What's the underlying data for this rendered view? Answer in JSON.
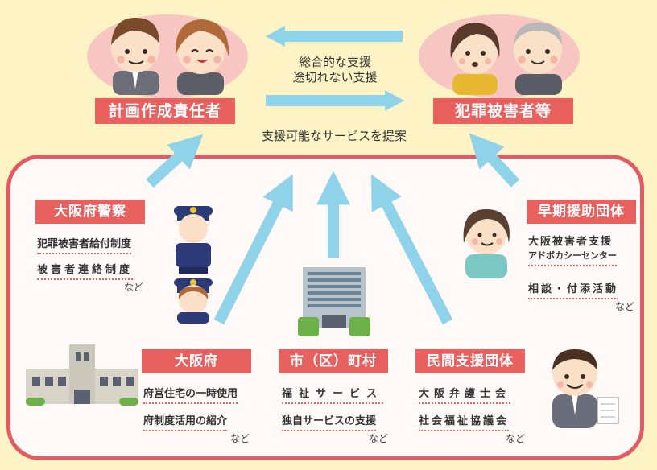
{
  "top": {
    "left_label": "計画作成責任者",
    "right_label": "犯罪被害者等",
    "middle_line1": "総合的な支援",
    "middle_line2": "途切れない支援",
    "propose": "支援可能なサービスを提案"
  },
  "orgs": {
    "police": {
      "name": "大阪府警察",
      "items": [
        "犯罪被害者給付制度",
        "被害者連絡制度"
      ],
      "etc": "など"
    },
    "early": {
      "name": "早期援助団体",
      "items": [
        "大阪被害者支援\nアドボカシーセンター",
        "相談・付添活動"
      ],
      "item1_line1": "大阪被害者支援",
      "item1_line2": "アドボカシーセンター",
      "etc": "など"
    },
    "pref": {
      "name": "大阪府",
      "items": [
        "府営住宅の一時使用",
        "府制度活用の紹介"
      ],
      "etc": "など"
    },
    "city": {
      "name": "市（区）町村",
      "items": [
        "福祉サービス",
        "独自サービスの支援"
      ],
      "etc": "など"
    },
    "private": {
      "name": "民間支援団体",
      "items": [
        "大阪弁護士会",
        "社会福祉協議会"
      ],
      "etc": "など"
    }
  },
  "colors": {
    "background": "#fdf3c4",
    "label": "#e8615f",
    "frame": "#e45a62",
    "arrow": "#8fd3ea",
    "ellipse": "#f7c6c2"
  }
}
